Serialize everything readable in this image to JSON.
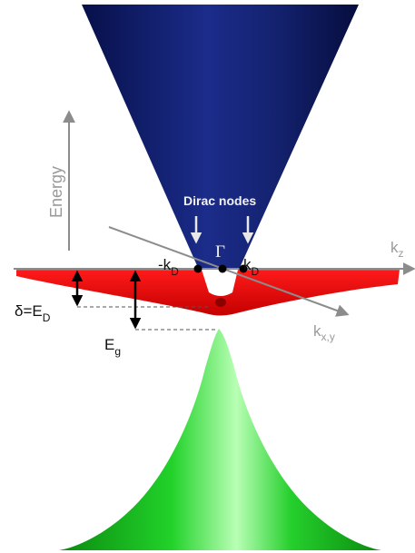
{
  "labels": {
    "energy_axis": "Energy",
    "kz": {
      "main": "k",
      "sub": "z"
    },
    "kxy": {
      "main": "k",
      "sub": "x,y"
    },
    "dirac_nodes": "Dirac nodes",
    "gamma": "Γ",
    "minus_kd": {
      "main": "-k",
      "sub": "D"
    },
    "kd": {
      "main": "k",
      "sub": "D"
    },
    "delta": {
      "main": "δ=E",
      "sub": "D"
    },
    "eg": {
      "main": "E",
      "sub": "g"
    }
  },
  "colors": {
    "conduction_band": "#0d1a63",
    "valence_band": "#11c11a",
    "dirac_band": "#e60000",
    "axis": "#8c8c8c",
    "arrow_dark": "#000000",
    "arrow_light": "#e8e8e8"
  }
}
